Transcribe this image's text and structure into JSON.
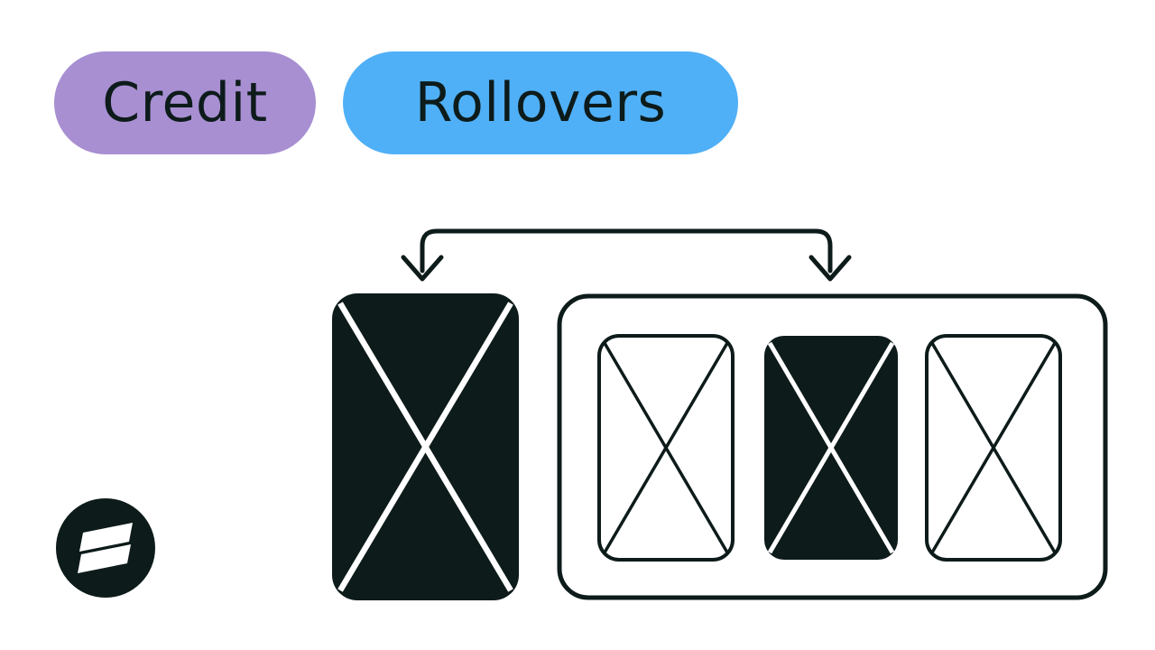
{
  "badges": {
    "credit": {
      "label": "Credit"
    },
    "rollovers": {
      "label": "Rollovers"
    }
  },
  "colors": {
    "page_bg": "#ffffff",
    "ink": "#0d1b1a",
    "credit_bg": "#a78fd2",
    "rollovers_bg": "#4fb0f7",
    "card_white": "#ffffff"
  },
  "icons": {
    "logo": "brand-flag-logo",
    "arrow": "rollover-split-arrow",
    "card_x": "crossed-card"
  },
  "diagram": {
    "source_card": "filled-x-card",
    "container_cards": [
      "outlined-x-card",
      "filled-x-card",
      "outlined-x-card"
    ]
  }
}
